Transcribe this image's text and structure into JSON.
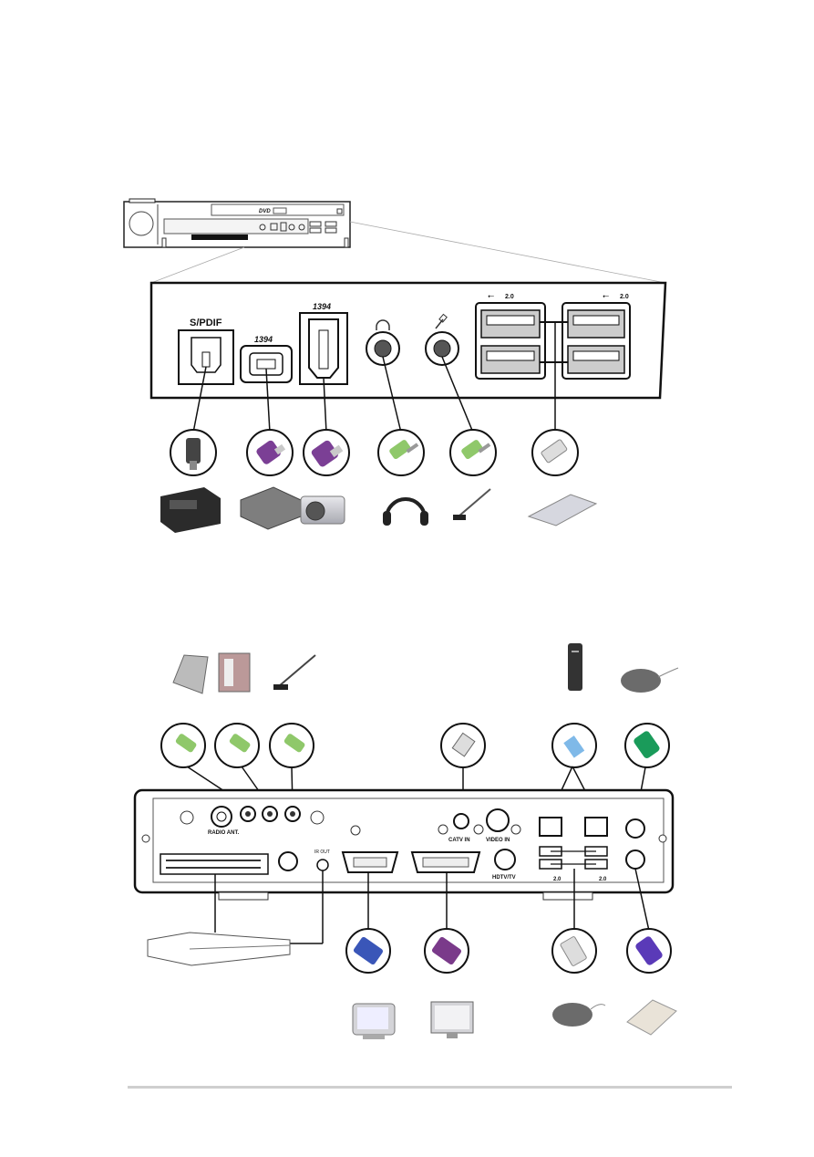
{
  "front_panel": {
    "spdif_label": "S/PDIF",
    "ieee1394_small_label": "1394",
    "ieee1394_large_label": "1394",
    "usb_left_label": "2.0",
    "usb_right_label": "2.0",
    "dvd_logo": "DVD"
  },
  "rear_panel": {
    "radio_ant_label": "RADIO ANT.",
    "catv_in_label": "CATV IN",
    "video_in_label": "VIDEO IN",
    "hdtv_label": "HDTV/TV",
    "usb_label_a": "2.0",
    "usb_label_b": "2.0",
    "ir_label": "IR OUT"
  },
  "icons": {
    "headphone": "headphone-icon",
    "microphone": "microphone-icon",
    "usb": "usb-icon"
  }
}
